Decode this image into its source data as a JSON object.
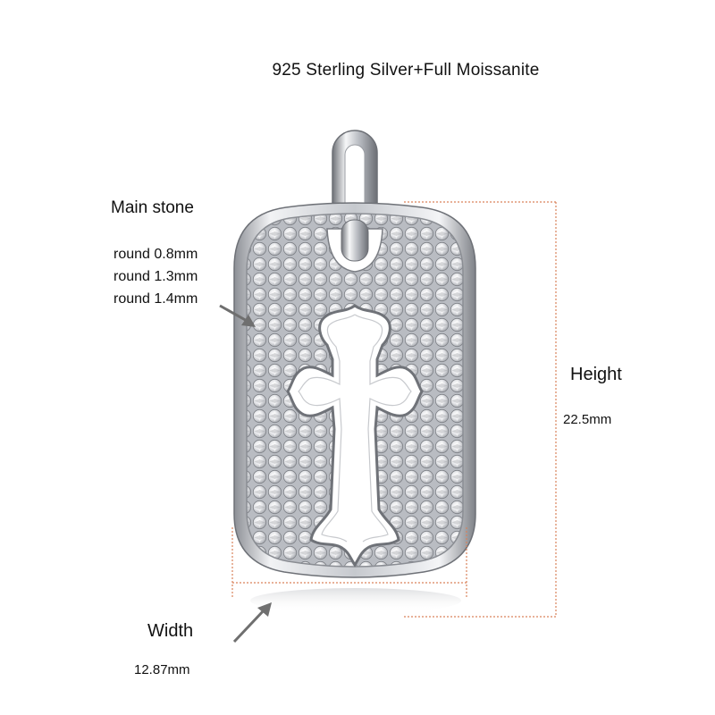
{
  "title": "925 Sterling Silver+Full Moissanite",
  "main_stone": {
    "label": "Main stone",
    "sizes": [
      "round 0.8mm",
      "round 1.3mm",
      "round 1.4mm"
    ]
  },
  "height": {
    "label": "Height",
    "value": "22.5mm"
  },
  "width": {
    "label": "Width",
    "value": "12.87mm"
  },
  "colors": {
    "dimension_line": "#d9825b",
    "arrow": "#6f6f6f",
    "silver": "#c9ccd1"
  }
}
